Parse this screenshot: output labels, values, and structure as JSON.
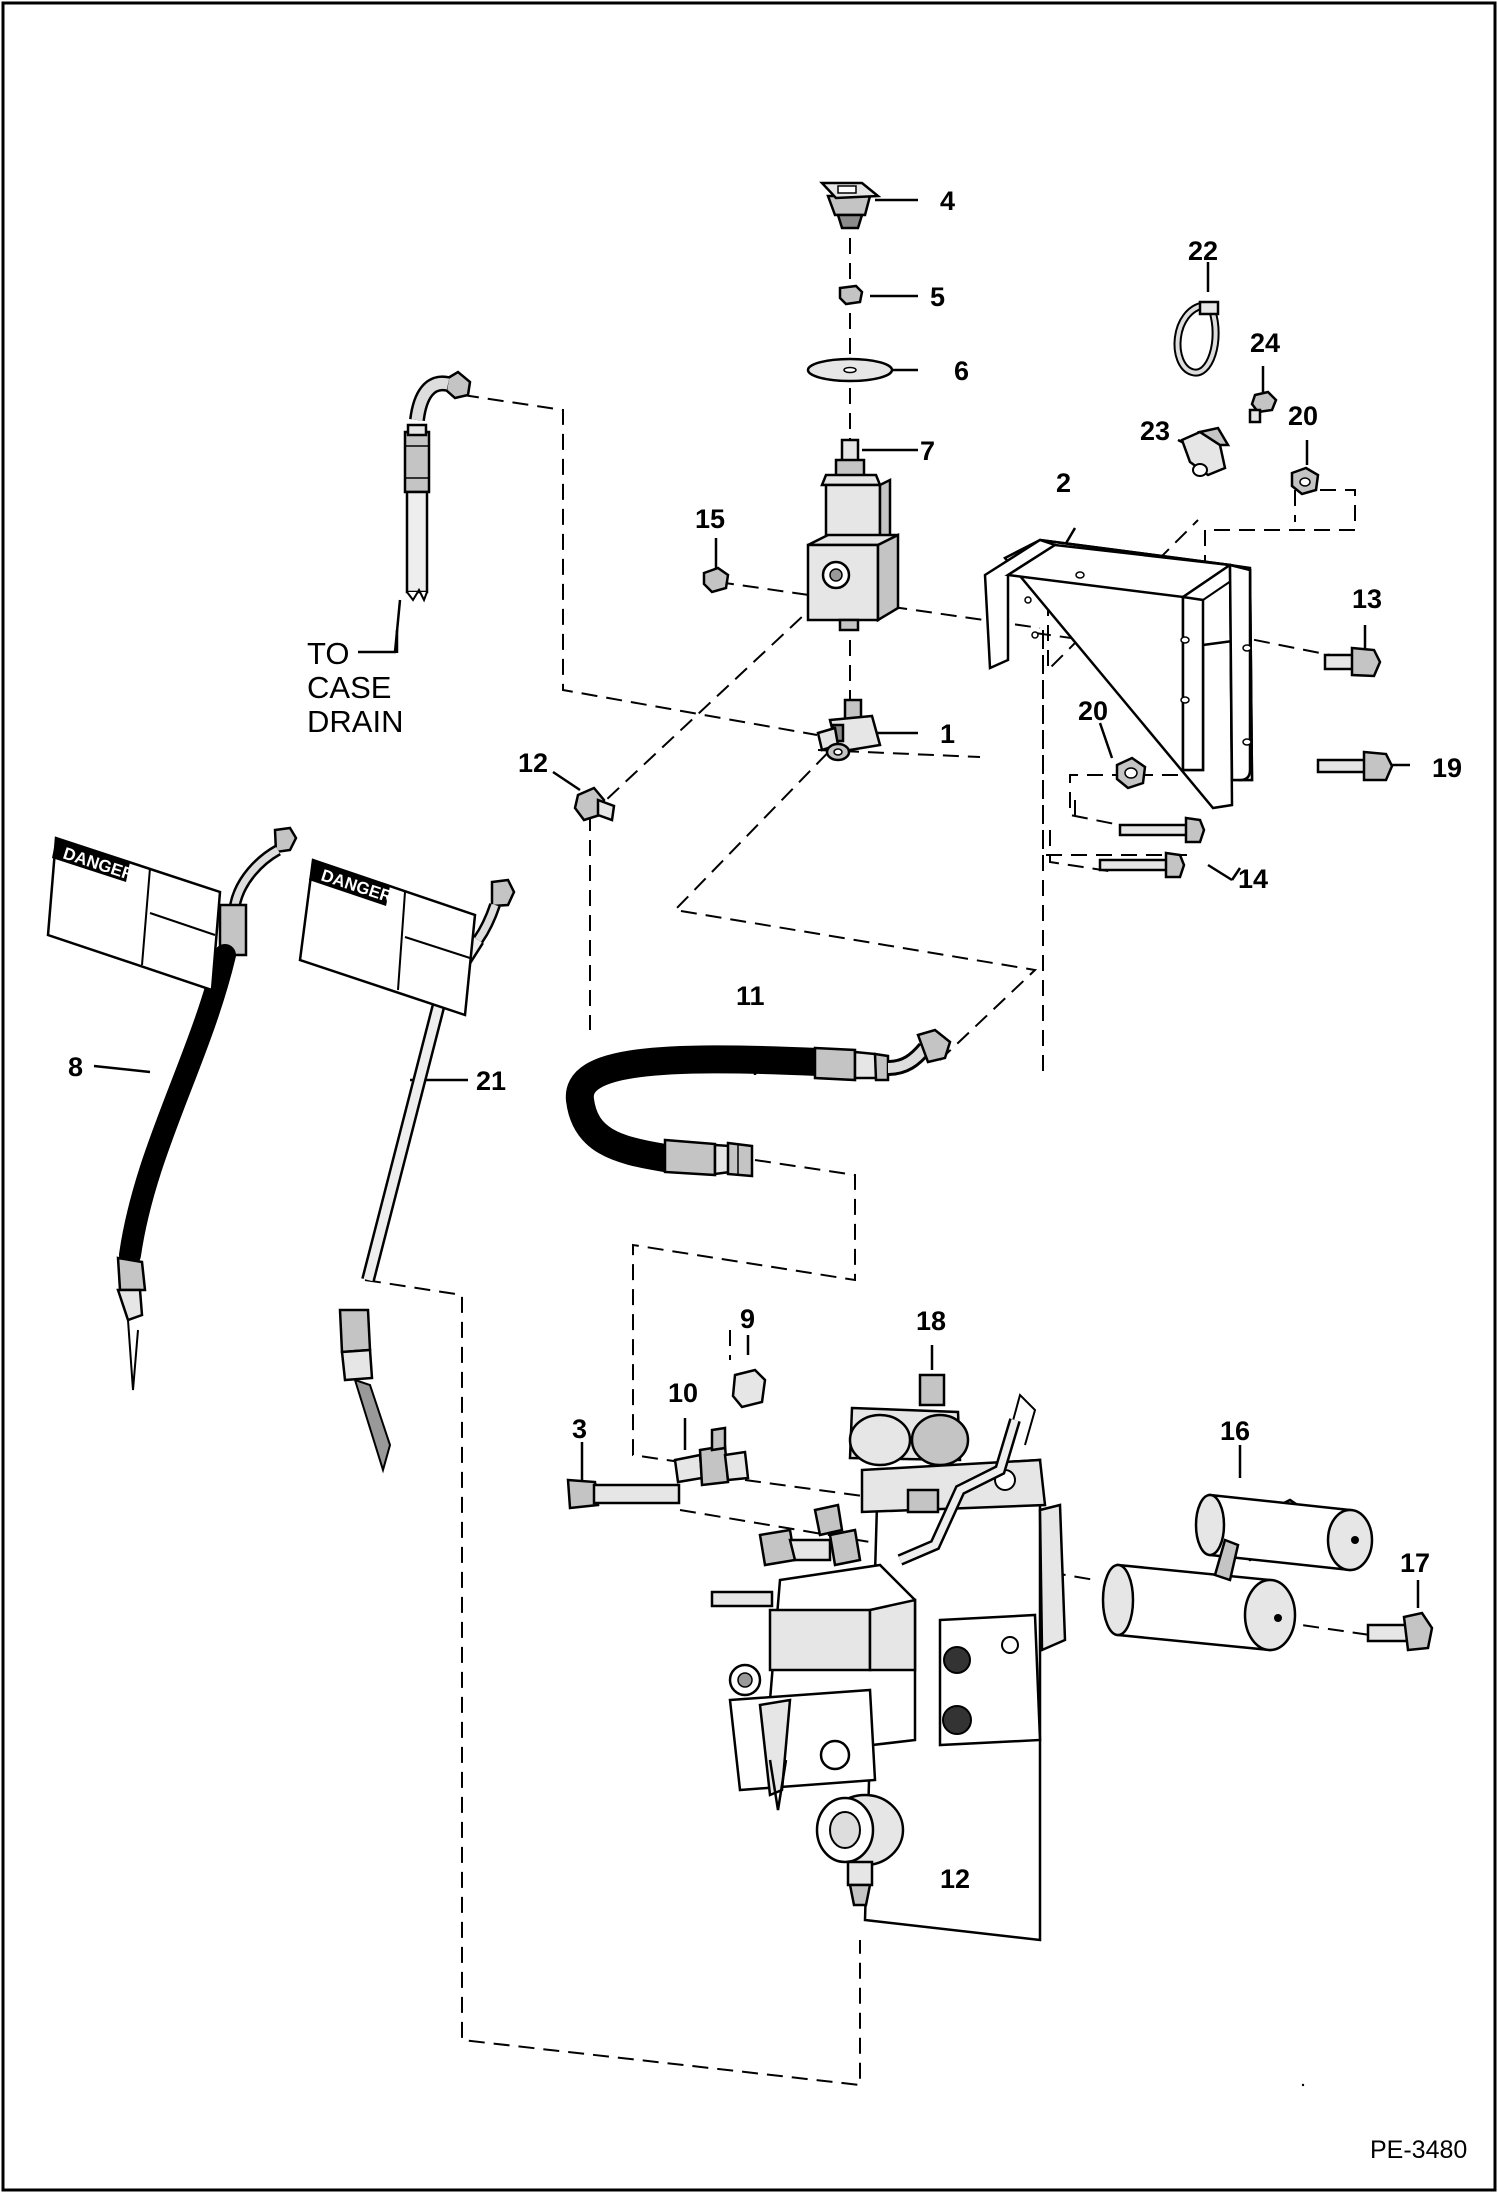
{
  "diagram": {
    "figure_id": "PE-3480",
    "case_drain_note": [
      "TO",
      "CASE",
      "DRAIN"
    ],
    "danger_tag_text": "DANGER",
    "callouts": {
      "c1": "1",
      "c2": "2",
      "c3": "3",
      "c4": "4",
      "c5": "5",
      "c6": "6",
      "c7": "7",
      "c8": "8",
      "c9": "9",
      "c10": "10",
      "c11": "11",
      "c12a": "12",
      "c12b": "12",
      "c13": "13",
      "c14": "14",
      "c15": "15",
      "c16": "16",
      "c17": "17",
      "c18": "18",
      "c19": "19",
      "c20a": "20",
      "c20b": "20",
      "c21": "21",
      "c22": "22",
      "c23": "23",
      "c24": "24"
    }
  }
}
